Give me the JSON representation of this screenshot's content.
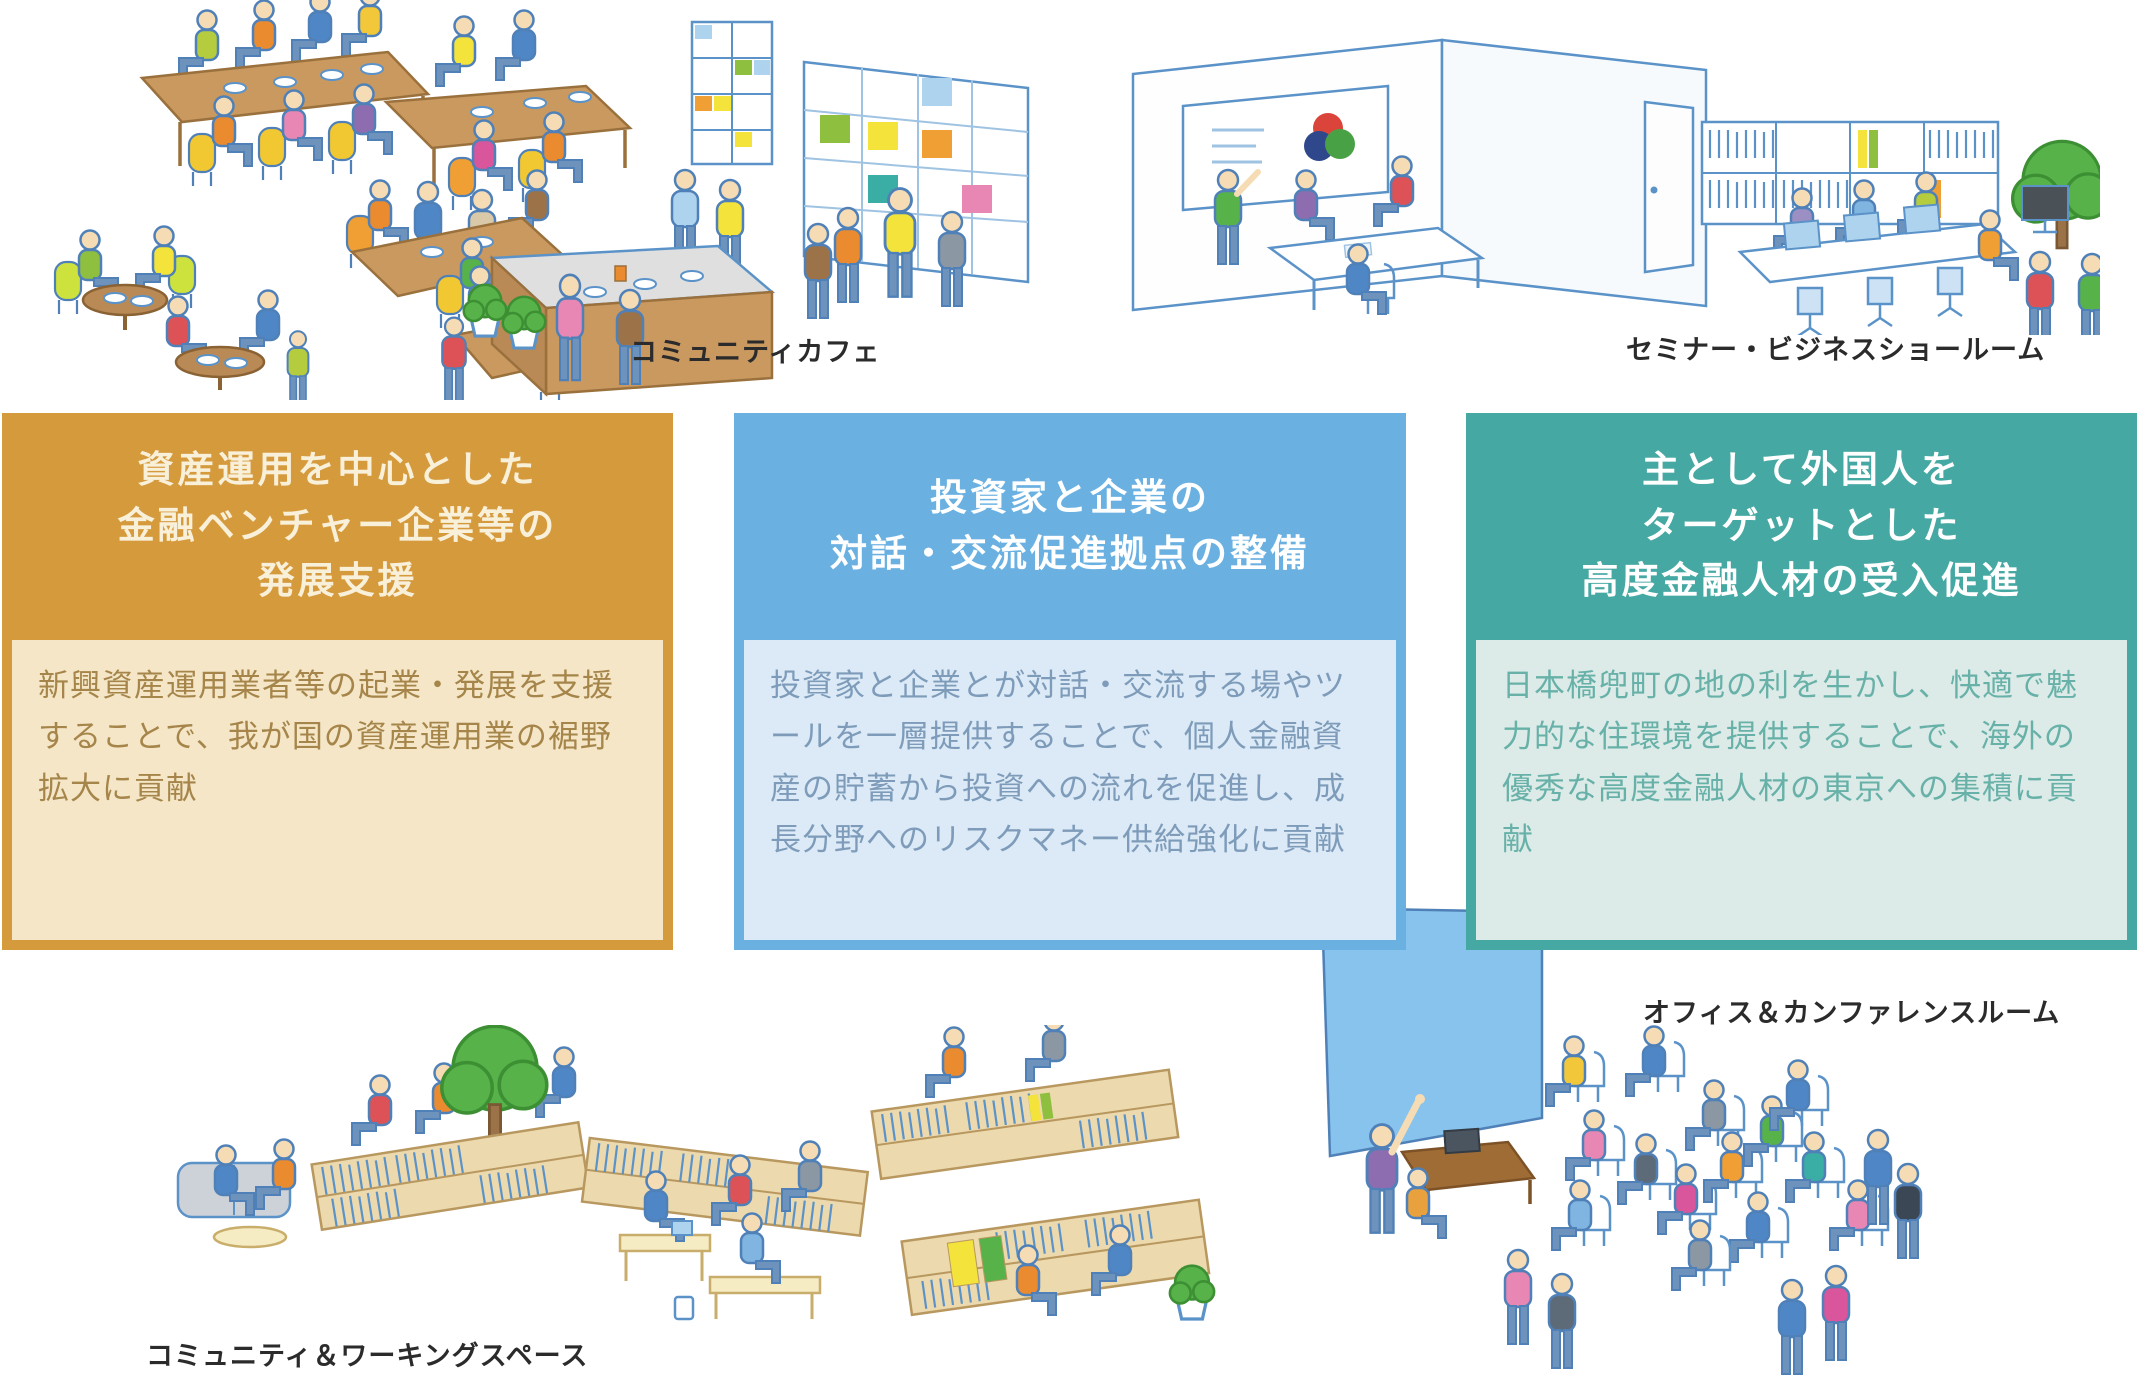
{
  "page": {
    "background": "#ffffff"
  },
  "captions": {
    "cafe": "コミュニティカフェ",
    "seminar": "セミナー・ビジネスショールーム",
    "office": "オフィス＆カンファレンスルーム",
    "workspace": "コミュニティ＆ワーキングスペース"
  },
  "boxes": [
    {
      "id": "asset-management-support",
      "title_lines": [
        "資産運用を中心とした",
        "金融ベンチャー企業等の",
        "発展支援"
      ],
      "body": "新興資産運用業者等の起業・発展を支援することで、我が国の資産運用業の裾野拡大に貢献",
      "colors": {
        "header": "#d59a3c",
        "title_text": "#f9f0da",
        "body_bg": "#f4e6c6",
        "body_text": "#a5854a"
      }
    },
    {
      "id": "investor-company-dialogue",
      "title_lines": [
        "投資家と企業の",
        "対話・交流促進拠点の整備"
      ],
      "body": "投資家と企業とが対話・交流する場やツールを一層提供することで、個人金融資産の貯蓄から投資への流れを促進し、成長分野へのリスクマネー供給強化に貢献",
      "colors": {
        "header": "#6ab1e2",
        "title_text": "#ffffff",
        "body_bg": "#dbeaf6",
        "body_text": "#7e9cba"
      }
    },
    {
      "id": "foreign-talent-acceptance",
      "title_lines": [
        "主として外国人を",
        "ターゲットとした",
        "高度金融人材の受入促進"
      ],
      "body": "日本橋兜町の地の利を生かし、快適で魅力的な住環境を提供することで、海外の優秀な高度金融人材の東京への集積に貢献",
      "colors": {
        "header": "#46a8a3",
        "title_text": "#ffffff",
        "body_bg": "#dcebe7",
        "body_text": "#68b1a9"
      }
    }
  ]
}
